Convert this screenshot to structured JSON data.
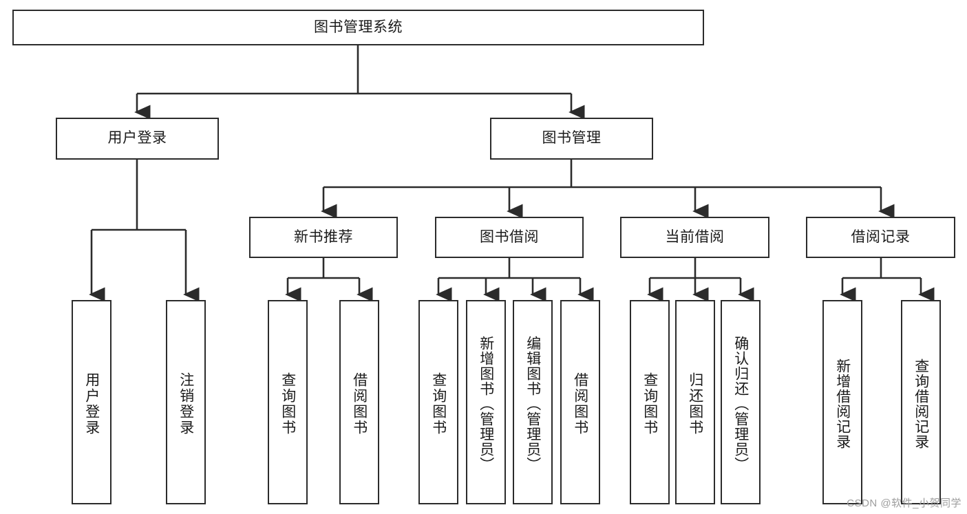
{
  "diagram": {
    "type": "tree",
    "title": "图书管理系统",
    "colors": {
      "box_border": "#2b2b2b",
      "box_fill": "#ffffff",
      "edge": "#2b2b2b",
      "background": "#ffffff",
      "watermark": "#9d9d9d"
    },
    "root": {
      "label": "图书管理系统"
    },
    "level2": [
      {
        "label": "用户登录"
      },
      {
        "label": "图书管理"
      }
    ],
    "level3": [
      {
        "label": "新书推荐"
      },
      {
        "label": "图书借阅"
      },
      {
        "label": "当前借阅"
      },
      {
        "label": "借阅记录"
      }
    ],
    "leaves": {
      "user_login": [
        {
          "label": "用户登录"
        },
        {
          "label": "注销登录"
        }
      ],
      "new_book_recommend": [
        {
          "label": "查询图书"
        },
        {
          "label": "借阅图书"
        }
      ],
      "book_borrow": [
        {
          "label": "查询图书"
        },
        {
          "label": "新增图书（管理员）"
        },
        {
          "label": "编辑图书（管理员）"
        },
        {
          "label": "借阅图书"
        }
      ],
      "current_borrow": [
        {
          "label": "查询图书"
        },
        {
          "label": "归还图书"
        },
        {
          "label": "确认归还（管理员）"
        }
      ],
      "borrow_record": [
        {
          "label": "新增借阅记录"
        },
        {
          "label": "查询借阅记录"
        }
      ]
    }
  },
  "watermark": {
    "text": "CSDN @软件_小贺同学"
  }
}
